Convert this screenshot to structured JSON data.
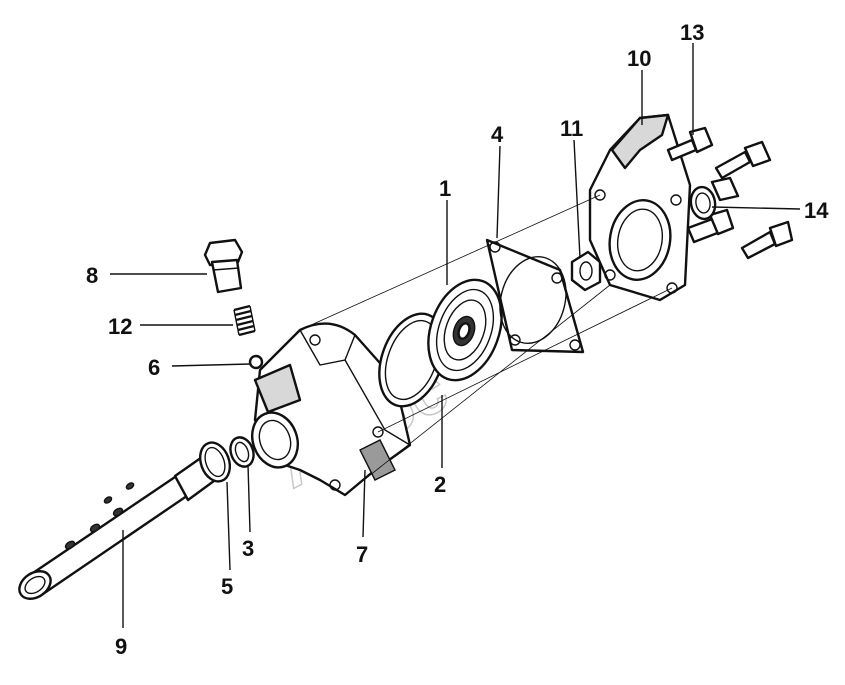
{
  "diagram": {
    "watermark": "Autoc",
    "callouts": [
      {
        "id": "c1",
        "label": "1"
      },
      {
        "id": "c2",
        "label": "2"
      },
      {
        "id": "c3",
        "label": "3"
      },
      {
        "id": "c4",
        "label": "4"
      },
      {
        "id": "c5",
        "label": "5"
      },
      {
        "id": "c6",
        "label": "6"
      },
      {
        "id": "c7",
        "label": "7"
      },
      {
        "id": "c8",
        "label": "8"
      },
      {
        "id": "c9",
        "label": "9"
      },
      {
        "id": "c10",
        "label": "10"
      },
      {
        "id": "c11",
        "label": "11"
      },
      {
        "id": "c12",
        "label": "12"
      },
      {
        "id": "c13",
        "label": "13"
      },
      {
        "id": "c14",
        "label": "14"
      }
    ]
  }
}
